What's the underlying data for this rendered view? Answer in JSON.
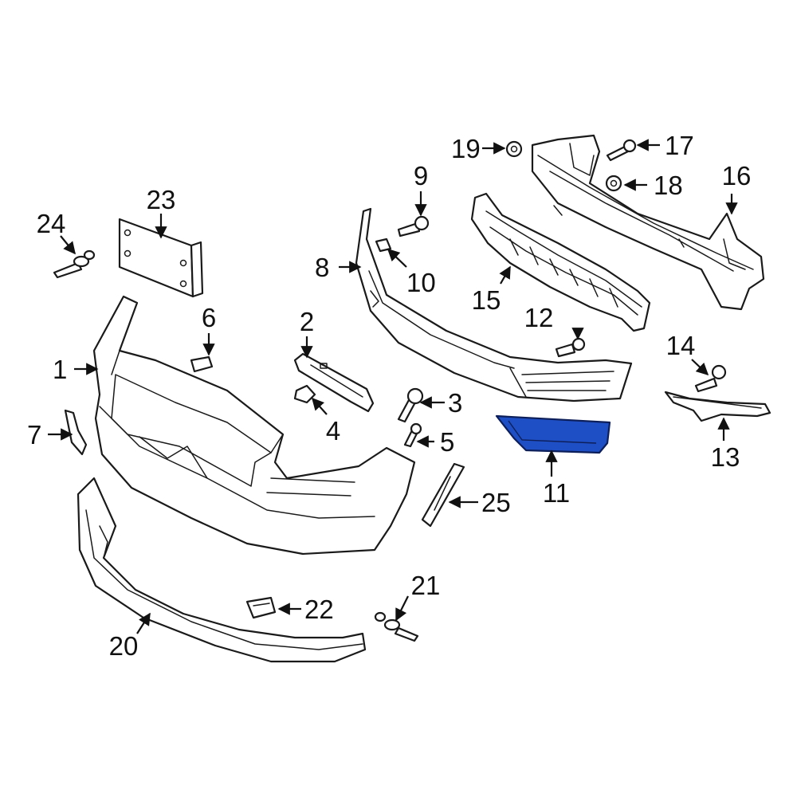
{
  "diagram": {
    "highlight_color": "#1f4fc4",
    "highlighted_part": "11",
    "callouts": [
      {
        "id": "1",
        "label": "1"
      },
      {
        "id": "2",
        "label": "2"
      },
      {
        "id": "3",
        "label": "3"
      },
      {
        "id": "4",
        "label": "4"
      },
      {
        "id": "5",
        "label": "5"
      },
      {
        "id": "6",
        "label": "6"
      },
      {
        "id": "7",
        "label": "7"
      },
      {
        "id": "8",
        "label": "8"
      },
      {
        "id": "9",
        "label": "9"
      },
      {
        "id": "10",
        "label": "10"
      },
      {
        "id": "11",
        "label": "11"
      },
      {
        "id": "12",
        "label": "12"
      },
      {
        "id": "13",
        "label": "13"
      },
      {
        "id": "14",
        "label": "14"
      },
      {
        "id": "15",
        "label": "15"
      },
      {
        "id": "16",
        "label": "16"
      },
      {
        "id": "17",
        "label": "17"
      },
      {
        "id": "18",
        "label": "18"
      },
      {
        "id": "19",
        "label": "19"
      },
      {
        "id": "20",
        "label": "20"
      },
      {
        "id": "21",
        "label": "21"
      },
      {
        "id": "22",
        "label": "22"
      },
      {
        "id": "23",
        "label": "23"
      },
      {
        "id": "24",
        "label": "24"
      },
      {
        "id": "25",
        "label": "25"
      }
    ]
  }
}
